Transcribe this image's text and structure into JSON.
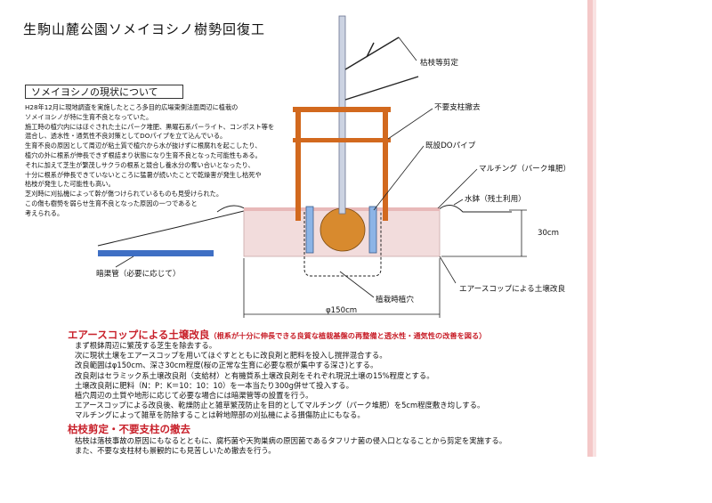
{
  "title": "生駒山麓公園ソメイヨシノ樹勢回復工",
  "status_section": {
    "heading": "ソメイヨシノの現状について",
    "lines": [
      "H28年12月に現地調査を実施したところ多目的広場東側法面周辺に植栽の",
      "ソメイヨシノが特に生育不良となっていた。",
      "施工時の植穴内にはほぐされた土にパーク堆肥、黒曜石系パーライト、コンポスト等を",
      "混合し、透水性・通気性不良対策としてDOパイプを立て込んでいる。",
      "生育不良の原因として周辺が粘土質で植穴から水が抜けずに根腐れを起こしたり、",
      "植穴の外に根系が伸長できず根詰まり状態になり生育不良となった可能性もある。",
      "それに加えて芝生が繁茂しサクラの根系と競合し養水分の奪い合いとなったり、",
      "十分に根系が伸長できていないところに猛暑が続いたことで乾燥害が発生し枯死や",
      "枯枝が発生した可能性も高い。",
      "芝刈時に刈払機によって幹が傷つけられているものも見受けられた。",
      "この傷も樹勢を弱らせ生育不良となった原因の一つであると",
      "考えられる。"
    ]
  },
  "diagram_labels": {
    "pruning": "枯枝等剪定",
    "remove_stakes": "不要支柱撤去",
    "do_pipe": "既設DOパイプ",
    "mulching": "マルチング（バーク堆肥）",
    "water_basin": "水鉢（残土利用）",
    "depth": "30cm",
    "drain_pipe": "暗渠管（必要に応じて）",
    "planting_hole": "植栽時植穴",
    "air_scoop": "エアースコップによる土壌改良",
    "diameter": "φ150cm"
  },
  "sections": [
    {
      "heading": "エアースコップによる土壌改良",
      "subheading": "（根系が十分に伸長できる良質な植栽基盤の再整備と透水性・通気性の改善を図る）",
      "lines": [
        "まず根鉢周辺に繁茂する芝生を除去する。",
        "次に現状土壌をエアースコップを用いてほぐすとともに改良剤と肥料を投入し撹拌混合する。",
        "改良範囲はφ150cm、深さ30cm程度(桜の正常な生育に必要な根が集中する深さ)とする。",
        "改良剤はセラミック系土壌改良剤（支給材）と有機質系土壌改良剤をそれぞれ現況土壌の15%程度とする。",
        "土壌改良剤に肥料（N：P：K＝10：10：10）を一本当たり300g併せて投入する。",
        "植穴周辺の土質や地形に応じて必要な場合には暗渠管等の設置を行う。",
        "エアースコップによる改良後、乾燥防止と雑草繁茂防止を目的としてマルチング（パーク堆肥）を5cm程度敷き均しする。",
        "マルチングによって雑草を防除することは幹地際部の刈払機による損傷防止にもなる。"
      ]
    },
    {
      "heading": "枯枝剪定・不要支柱の撤去",
      "subheading": "",
      "lines": [
        "枯枝は落枝事故の原因にもなるとともに、腐朽菌や天狗巣病の原因菌であるタフリナ菌の侵入口となることから剪定を実施する。",
        "また、不要な支柱材も景観的にも見苦しいため撤去を行う。"
      ]
    }
  ],
  "colors": {
    "stake": "#d2691e",
    "root_ball": "#d88a2e",
    "pipe": "#8cb4e6",
    "soil": "#f2dcdc",
    "drain": "#3f6fc4",
    "section_heading": "#c8202a",
    "right_margin": "#f4c8c8"
  }
}
